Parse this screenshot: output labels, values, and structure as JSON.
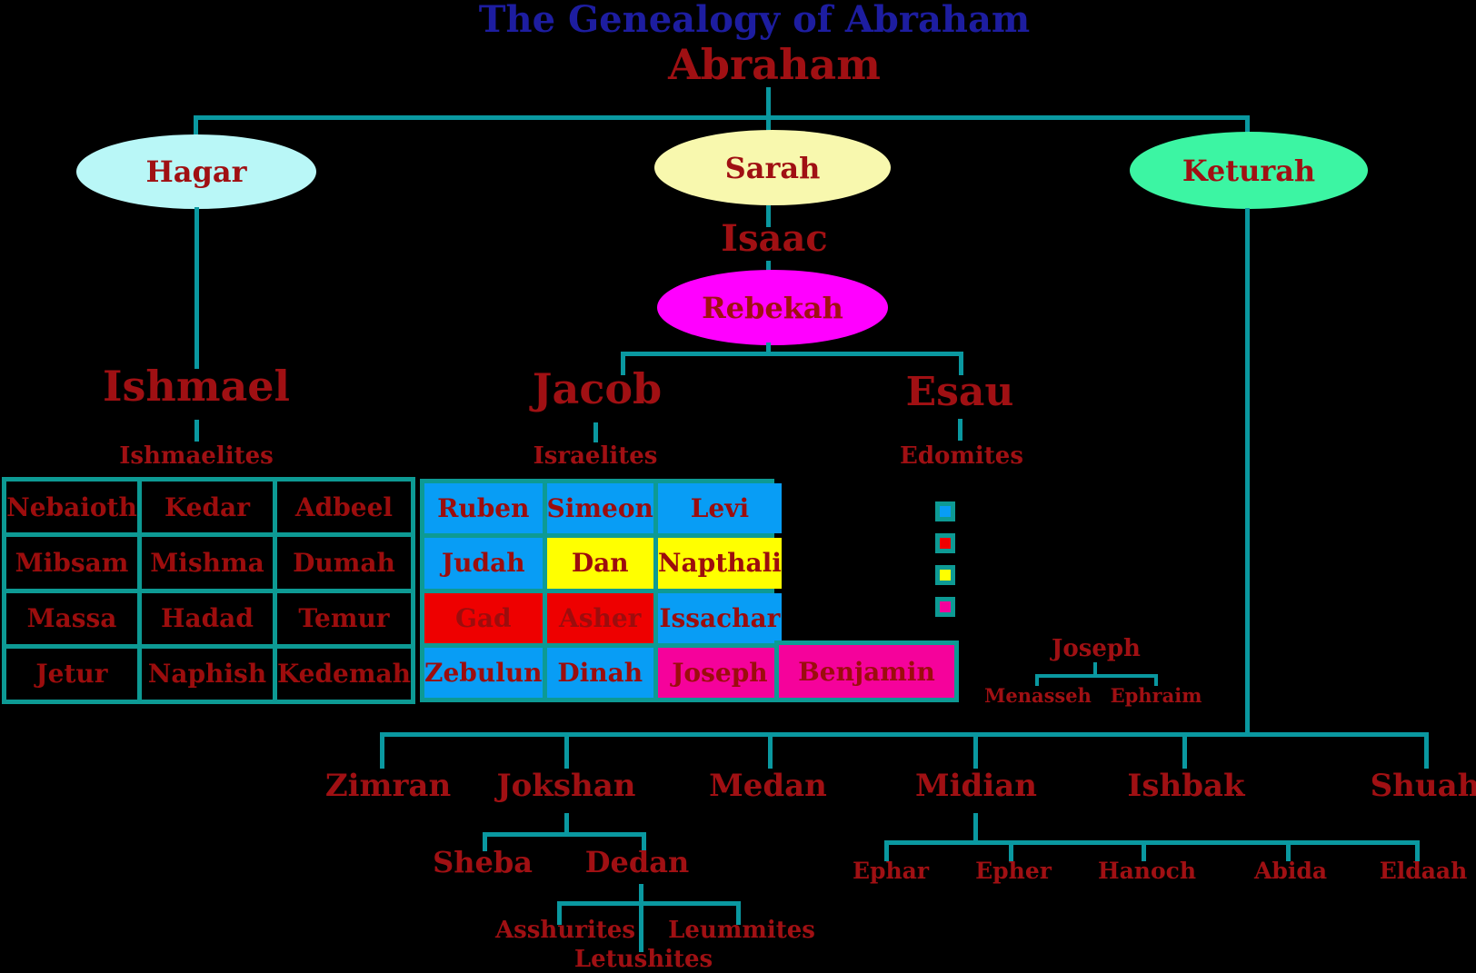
{
  "title": "The Genealogy of Abraham",
  "patriarch": "Abraham",
  "wives": {
    "hagar": {
      "name": "Hagar",
      "fill": "#b9f7f7"
    },
    "sarah": {
      "name": "Sarah",
      "fill": "#f8f8ae"
    },
    "keturah": {
      "name": "Keturah",
      "fill": "#3cf5a3"
    }
  },
  "isaac": {
    "name": "Isaac"
  },
  "rebekah": {
    "name": "Rebekah",
    "fill": "#ff00ff"
  },
  "jacob": {
    "name": "Jacob",
    "descendants": "Israelites"
  },
  "esau": {
    "name": "Esau",
    "descendants": "Edomites"
  },
  "ishmael": {
    "name": "Ishmael",
    "descendants": "Ishmaelites"
  },
  "ishmael_sons": {
    "rows": [
      [
        "Nebaioth",
        "Kedar",
        "Adbeel"
      ],
      [
        "Mibsam",
        "Mishma",
        "Dumah"
      ],
      [
        "Massa",
        "Hadad",
        "Temur"
      ],
      [
        "Jetur",
        "Naphish",
        "Kedemah"
      ]
    ]
  },
  "jacob_children": {
    "rows": [
      [
        {
          "label": "Ruben",
          "color": "blue"
        },
        {
          "label": "Simeon",
          "color": "blue"
        },
        {
          "label": "Levi",
          "color": "blue"
        }
      ],
      [
        {
          "label": "Judah",
          "color": "blue"
        },
        {
          "label": "Dan",
          "color": "yellow"
        },
        {
          "label": "Napthali",
          "color": "yellow"
        }
      ],
      [
        {
          "label": "Gad",
          "color": "red"
        },
        {
          "label": "Asher",
          "color": "red"
        },
        {
          "label": "Issachar",
          "color": "blue"
        }
      ],
      [
        {
          "label": "Zebulun",
          "color": "blue"
        },
        {
          "label": "Dinah",
          "color": "blue"
        },
        {
          "label": "Joseph",
          "color": "pink"
        }
      ]
    ],
    "benjamin": {
      "label": "Benjamin",
      "color": "pink"
    }
  },
  "legend": {
    "swatches": [
      {
        "name": "blue",
        "hex": "#089df5"
      },
      {
        "name": "red",
        "hex": "#ee0000"
      },
      {
        "name": "yellow",
        "hex": "#ffff00"
      },
      {
        "name": "pink",
        "hex": "#f5029b"
      }
    ]
  },
  "joseph": {
    "name": "Joseph",
    "sons": [
      "Menasseh",
      "Ephraim"
    ]
  },
  "keturah_sons": [
    "Zimran",
    "Jokshan",
    "Medan",
    "Midian",
    "Ishbak",
    "Shuah"
  ],
  "jokshan_sons": [
    "Sheba",
    "Dedan"
  ],
  "dedan_sons": [
    "Asshurites",
    "Letushites",
    "Leummites"
  ],
  "midian_sons": [
    "Ephar",
    "Epher",
    "Hanoch",
    "Abida",
    "Eldaah"
  ],
  "colors": {
    "line": "#0a98a0",
    "table_border": "#0d9a94",
    "name_text": "#a01013",
    "title_text": "#1d1da0",
    "background": "#000000"
  }
}
